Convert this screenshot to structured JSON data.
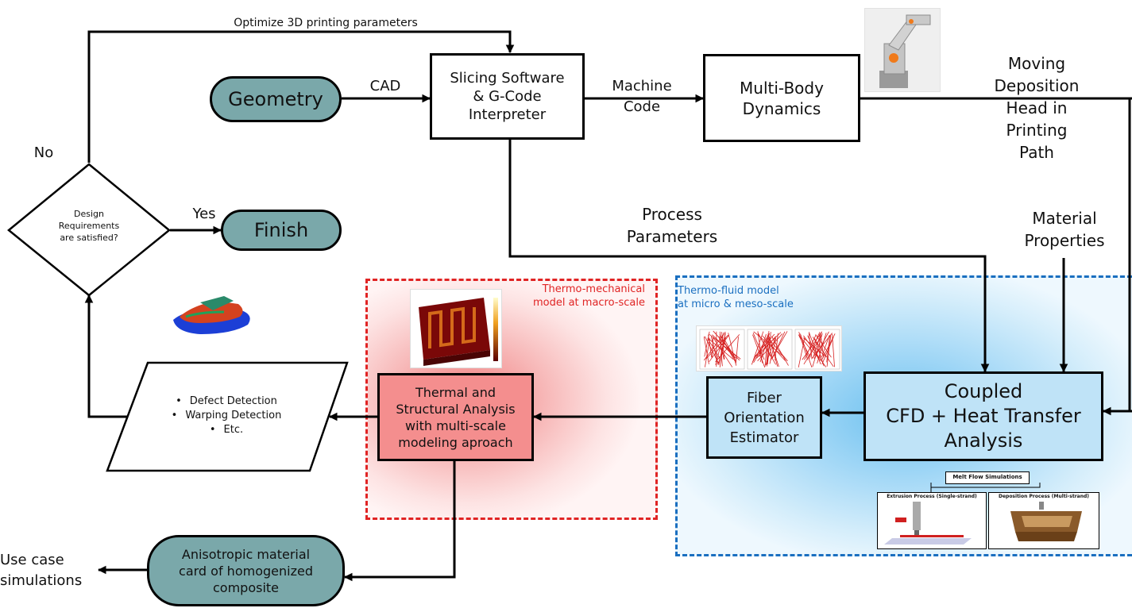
{
  "flowchart": {
    "top_loop_label": "Optimize 3D printing parameters",
    "cad_label": "CAD",
    "machine_code_label": "Machine\nCode",
    "moving_head_label": "Moving\nDeposition\nHead in\nPrinting\nPath",
    "process_params_label": "Process\nParameters",
    "material_props_label": "Material\nProperties",
    "no_label": "No",
    "yes_label": "Yes",
    "use_case_label": "Use case\nsimulations"
  },
  "nodes": {
    "geometry": "Geometry",
    "slicing": "Slicing Software\n& G-Code\nInterpreter",
    "multibody": "Multi-Body\nDynamics",
    "finish": "Finish",
    "decision": "Design\nRequirements\nare satisfied?",
    "coupled": "Coupled\nCFD + Heat Transfer\nAnalysis",
    "fiber": "Fiber\nOrientation\nEstimator",
    "thermal": "Thermal and\nStructural Analysis\nwith multi-scale\nmodeling aproach",
    "anisotropic": "Anisotropic material\ncard of homogenized\ncomposite"
  },
  "output_list": [
    "Defect Detection",
    "Warping Detection",
    "Etc."
  ],
  "regions": {
    "thermo_mechanical": "Thermo-mechanical\nmodel at macro-scale",
    "thermo_fluid": "Thermo-fluid model\nat micro & meso-scale"
  },
  "melt_flow": {
    "title": "Melt Flow Simulations",
    "left": "Extrusion Process (Single-strand)",
    "right": "Deposition Process (Multi-strand)"
  },
  "colors": {
    "pill_fill": "#7aa8aa",
    "red_region": "#e02424",
    "blue_region": "#1a6fc0",
    "fiber_lines": "#d62020"
  },
  "icons": [
    "robot-arm-image",
    "warped-part-image",
    "thermal-map-image",
    "fiber-orientation-image",
    "extrusion-image",
    "deposition-image"
  ]
}
